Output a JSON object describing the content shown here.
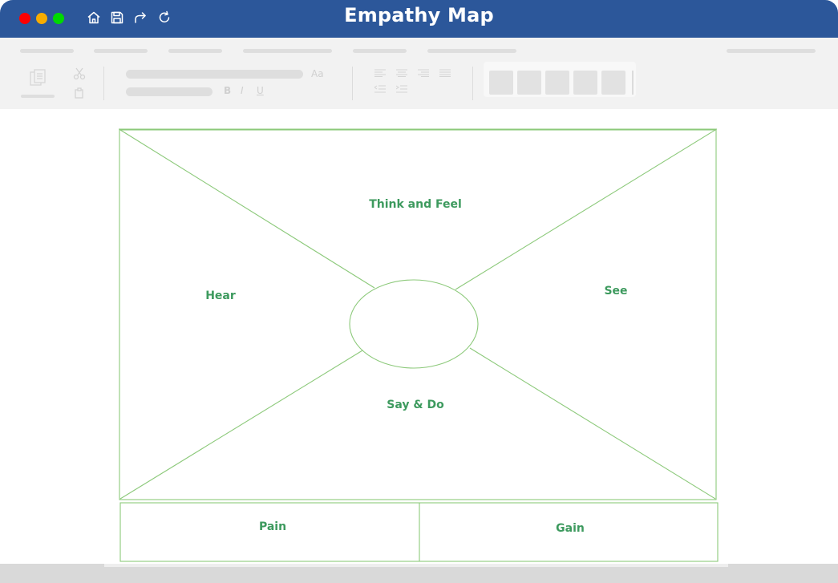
{
  "window": {
    "title": "Empathy Map"
  },
  "titlebar_icons": [
    "home-icon",
    "save-icon",
    "redo-icon",
    "refresh-icon"
  ],
  "ribbon": {
    "font_size_label": "Aa",
    "bold_label": "B",
    "italic_label": "I",
    "underline_label": "U"
  },
  "diagram": {
    "labels": {
      "think_and_feel": "Think and Feel",
      "hear": "Hear",
      "see": "See",
      "say_and_do": "Say & Do",
      "pain": "Pain",
      "gain": "Gain"
    },
    "line_color": "#8cc97a",
    "label_color": "#3d9a5e"
  },
  "colors": {
    "titlebar": "#2c579a",
    "close": "#fe0000",
    "minimize": "#f7ac00",
    "maximize": "#00d900"
  }
}
